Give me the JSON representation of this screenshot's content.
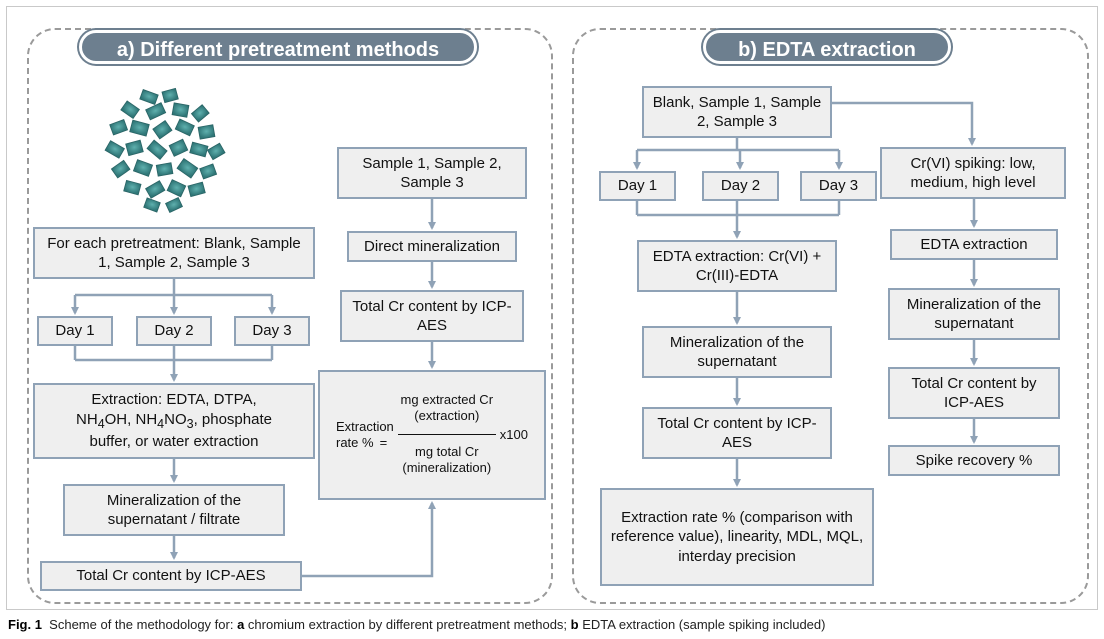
{
  "panel_a": {
    "title": "a) Different pretreatment methods",
    "pretreatment": "For each pretreatment: Blank, Sample 1, Sample 2, Sample 3",
    "days": [
      "Day 1",
      "Day 2",
      "Day 3"
    ],
    "extraction": {
      "line1": "Extraction: EDTA, DTPA,",
      "nh4oh_a": "NH",
      "nh4oh_sub": "4",
      "nh4oh_b": "OH, ",
      "nh4no3_a": "NH",
      "nh4no3_sub1": "4",
      "nh4no3_b": "NO",
      "nh4no3_sub2": "3",
      "nh4no3_c": ", phosphate",
      "line3": "buffer, or water extraction"
    },
    "mineralization": "Mineralization of the supernatant / filtrate",
    "total_cr": "Total Cr content by ICP-AES",
    "samples": "Sample 1, Sample 2, Sample 3",
    "direct_mineralization": "Direct mineralization",
    "total_cr_icp": "Total Cr content by ICP-AES",
    "formula": {
      "left1": "Extraction",
      "left2": "rate %",
      "eq": "=",
      "num1": "mg extracted Cr",
      "num2": "(extraction)",
      "den1": "mg total Cr",
      "den2": "(mineralization)",
      "mult": "x100"
    }
  },
  "panel_b": {
    "title": "b) EDTA extraction",
    "samples": "Blank, Sample 1, Sample 2, Sample 3",
    "days": [
      "Day 1",
      "Day 2",
      "Day 3"
    ],
    "edta_extraction": "EDTA extraction: Cr(VI) + Cr(III)-EDTA",
    "mineralization": "Mineralization of the supernatant",
    "total_cr": "Total Cr content by ICP-AES",
    "extraction_rate": "Extraction rate % (comparison with reference value), linearity, MDL, MQL, interday precision",
    "spiking": "Cr(VI) spiking: low, medium, high level",
    "edta": "EDTA extraction",
    "mineralization_right": "Mineralization of the supernatant",
    "total_cr_right": "Total Cr content by ICP-AES",
    "spike_recovery": "Spike recovery %"
  },
  "caption": {
    "fig": "Fig. 1",
    "text1": "  Scheme of the methodology for: ",
    "a": "a",
    "text2": " chromium extraction by different pretreatment methods; ",
    "b": "b",
    "text3": " EDTA extraction (sample spiking included)"
  },
  "colors": {
    "box_border": "#8fa2b6",
    "box_fill": "#efefef",
    "title_fill": "#6d7f8f",
    "arrow": "#8fa2b6",
    "sample_pile": "#3c8a8a"
  }
}
